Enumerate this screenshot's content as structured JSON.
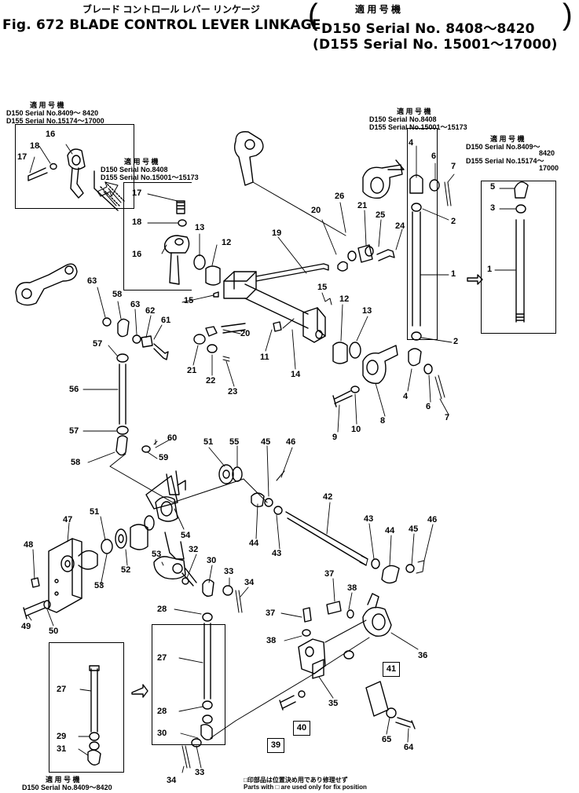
{
  "header": {
    "jp_title": "ブレード コントロール レバー リンケージ",
    "title": "Fig. 672 BLADE CONTROL LEVER LINKAGE",
    "jp_applicable": "適 用 号 機",
    "serial_d150": "D150 Serial No. 8408～8420",
    "serial_d155": "(D155 Serial No. 15001～17000)",
    "paren_open": "(",
    "paren_close": ")"
  },
  "insets": {
    "top_left": {
      "jp": "適 用 号 機",
      "line1": "D150 Serial No.8409～ 8420",
      "line2": "D155 Serial No.15174～17000"
    },
    "mid_left": {
      "jp": "適 用 号 機",
      "line1": "D150 Serial No.8408",
      "line2": "D155 Serial No.15001～15173"
    },
    "top_right_a": {
      "jp": "適 用 号 機",
      "line1": "D150 Serial No.8408",
      "line2": "D155 Serial No.15001～15173"
    },
    "top_right_b": {
      "jp": "適 用 号 機",
      "line1": "D150 Serial No.8409～",
      "line1b": "8420",
      "line2": "D155 Serial No.15174～",
      "line2b": "17000"
    },
    "bottom_left": {
      "jp": "適 用 号 機",
      "line1": "D150 Serial No.8409～8420"
    }
  },
  "footer": {
    "jp": "□印部品は位置決め用であり修理せず",
    "en": "Parts with □ are used only for fix position"
  },
  "boxed_labels": [
    "41",
    "40",
    "39"
  ],
  "labels": [
    {
      "id": "l16a",
      "text": "16"
    },
    {
      "id": "l18a",
      "text": "18"
    },
    {
      "id": "l17a",
      "text": "17"
    },
    {
      "id": "l17b",
      "text": "17"
    },
    {
      "id": "l18b",
      "text": "18"
    },
    {
      "id": "l13a",
      "text": "13"
    },
    {
      "id": "l12a",
      "text": "12"
    },
    {
      "id": "l16b",
      "text": "16"
    },
    {
      "id": "l15a",
      "text": "15"
    },
    {
      "id": "l19",
      "text": "19"
    },
    {
      "id": "l20a",
      "text": "20"
    },
    {
      "id": "l26",
      "text": "26"
    },
    {
      "id": "l21a",
      "text": "21"
    },
    {
      "id": "l25",
      "text": "25"
    },
    {
      "id": "l24",
      "text": "24"
    },
    {
      "id": "l4a",
      "text": "4"
    },
    {
      "id": "l6a",
      "text": "6"
    },
    {
      "id": "l7a",
      "text": "7"
    },
    {
      "id": "l2a",
      "text": "2"
    },
    {
      "id": "l1a",
      "text": "1"
    },
    {
      "id": "l5",
      "text": "5"
    },
    {
      "id": "l3",
      "text": "3"
    },
    {
      "id": "l1b",
      "text": "1"
    },
    {
      "id": "l63a",
      "text": "63"
    },
    {
      "id": "l58a",
      "text": "58"
    },
    {
      "id": "l63b",
      "text": "63"
    },
    {
      "id": "l62",
      "text": "62"
    },
    {
      "id": "l61",
      "text": "61"
    },
    {
      "id": "l57a",
      "text": "57"
    },
    {
      "id": "l15b",
      "text": "15"
    },
    {
      "id": "l12b",
      "text": "12"
    },
    {
      "id": "l13b",
      "text": "13"
    },
    {
      "id": "l20b",
      "text": "20"
    },
    {
      "id": "l11",
      "text": "11"
    },
    {
      "id": "l14",
      "text": "14"
    },
    {
      "id": "l2b",
      "text": "2"
    },
    {
      "id": "l21b",
      "text": "21"
    },
    {
      "id": "l22",
      "text": "22"
    },
    {
      "id": "l23",
      "text": "23"
    },
    {
      "id": "l4b",
      "text": "4"
    },
    {
      "id": "l6b",
      "text": "6"
    },
    {
      "id": "l7b",
      "text": "7"
    },
    {
      "id": "l8",
      "text": "8"
    },
    {
      "id": "l9",
      "text": "9"
    },
    {
      "id": "l10",
      "text": "10"
    },
    {
      "id": "l56",
      "text": "56"
    },
    {
      "id": "l57b",
      "text": "57"
    },
    {
      "id": "l60",
      "text": "60"
    },
    {
      "id": "l59",
      "text": "59"
    },
    {
      "id": "l58b",
      "text": "58"
    },
    {
      "id": "l51a",
      "text": "51"
    },
    {
      "id": "l55",
      "text": "55"
    },
    {
      "id": "l45a",
      "text": "45"
    },
    {
      "id": "l46a",
      "text": "46"
    },
    {
      "id": "l42",
      "text": "42"
    },
    {
      "id": "l47",
      "text": "47"
    },
    {
      "id": "l51b",
      "text": "51"
    },
    {
      "id": "l54",
      "text": "54"
    },
    {
      "id": "l44a",
      "text": "44"
    },
    {
      "id": "l43a",
      "text": "43"
    },
    {
      "id": "l43b",
      "text": "43"
    },
    {
      "id": "l44b",
      "text": "44"
    },
    {
      "id": "l45b",
      "text": "45"
    },
    {
      "id": "l46b",
      "text": "46"
    },
    {
      "id": "l48",
      "text": "48"
    },
    {
      "id": "l53a",
      "text": "53"
    },
    {
      "id": "l52",
      "text": "52"
    },
    {
      "id": "l53b",
      "text": "53"
    },
    {
      "id": "l32",
      "text": "32"
    },
    {
      "id": "l30a",
      "text": "30"
    },
    {
      "id": "l33a",
      "text": "33"
    },
    {
      "id": "l34a",
      "text": "34"
    },
    {
      "id": "l37a",
      "text": "37"
    },
    {
      "id": "l38a",
      "text": "38"
    },
    {
      "id": "l49",
      "text": "49"
    },
    {
      "id": "l50",
      "text": "50"
    },
    {
      "id": "l28a",
      "text": "28"
    },
    {
      "id": "l37b",
      "text": "37"
    },
    {
      "id": "l38b",
      "text": "38"
    },
    {
      "id": "l36",
      "text": "36"
    },
    {
      "id": "l27a",
      "text": "27"
    },
    {
      "id": "l27b",
      "text": "27"
    },
    {
      "id": "l35",
      "text": "35"
    },
    {
      "id": "l28b",
      "text": "28"
    },
    {
      "id": "l29",
      "text": "29"
    },
    {
      "id": "l31",
      "text": "31"
    },
    {
      "id": "l30b",
      "text": "30"
    },
    {
      "id": "l65",
      "text": "65"
    },
    {
      "id": "l64",
      "text": "64"
    },
    {
      "id": "l34b",
      "text": "34"
    },
    {
      "id": "l33b",
      "text": "33"
    }
  ]
}
